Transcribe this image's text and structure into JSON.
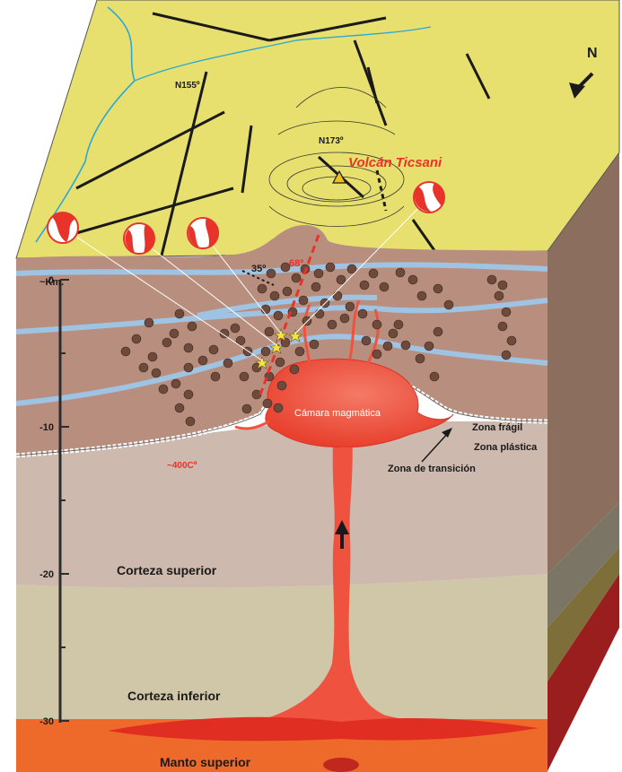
{
  "depth_axis": {
    "unit_label": "~Km.",
    "ticks": [
      {
        "value": "0",
        "km": 0
      },
      {
        "value": "-10",
        "km": 10
      },
      {
        "value": "-20",
        "km": 20
      },
      {
        "value": "-30",
        "km": 30
      }
    ]
  },
  "labels": {
    "volcano": "Volcán Ticsani",
    "fault_1": "N155º",
    "fault_2": "N173º",
    "angle_1": "35º",
    "angle_2": "68º",
    "chamber": "Cámara magmática",
    "brittle_zone": "Zona frágil",
    "plastic_zone": "Zona plástica",
    "transition_zone": "Zona de transición",
    "isotherm": "~400Cº",
    "upper_crust": "Corteza superior",
    "lower_crust": "Corteza inferior",
    "upper_mantle": "Manto superior",
    "north": "N"
  },
  "colors": {
    "surface": "#e8e06e",
    "upper_layer": "#b88f7e",
    "upper_crust": "#cdb9ad",
    "lower_crust": "#cfc7a8",
    "mantle": "#ee6a2a",
    "magma": "#ef5340",
    "aquifer": "#9fc3e2",
    "quake": "#6e4a3c",
    "side_top": "#8c6e5f",
    "side_mid": "#8a8470",
    "side_low": "#7e6e3a",
    "side_mantle": "#9a1e1e"
  }
}
